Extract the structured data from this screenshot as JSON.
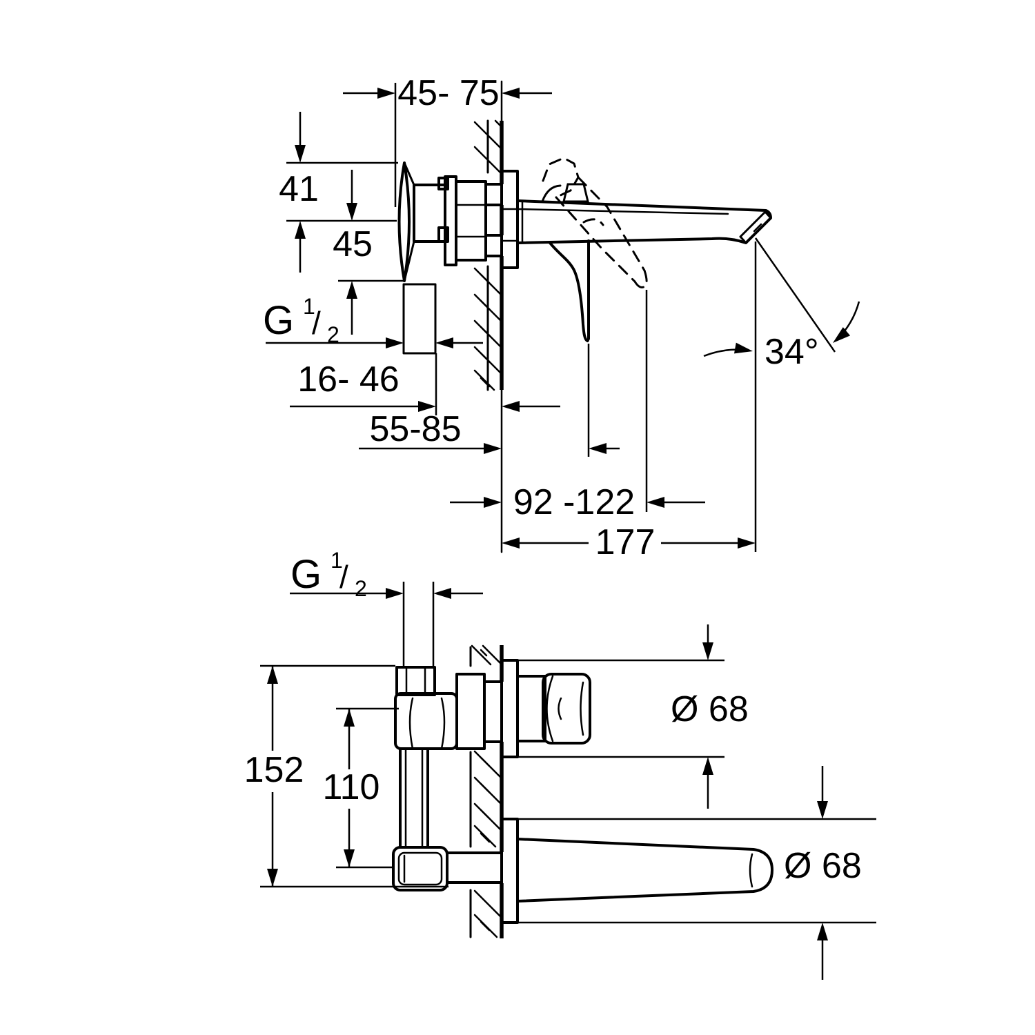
{
  "colors": {
    "line": "#000000",
    "background": "#ffffff"
  },
  "top_view": {
    "dims": {
      "plaster_depth": "45- 75",
      "above_axis": "41",
      "below_axis": "45",
      "thread": {
        "g": "G",
        "num": "1",
        "slash": "/",
        "den": "2"
      },
      "outlet_to_wall": "16- 46",
      "lever_closed": "55-85",
      "lever_open": "92 -122",
      "spout_projection": "177",
      "spout_angle": "34°"
    }
  },
  "bottom_view": {
    "dims": {
      "thread": {
        "g": "G",
        "num": "1",
        "slash": "/",
        "den": "2"
      },
      "overall_height": "152",
      "port_distance": "110",
      "escutcheon_handle": "Ø 68",
      "escutcheon_spout": "Ø 68"
    }
  }
}
